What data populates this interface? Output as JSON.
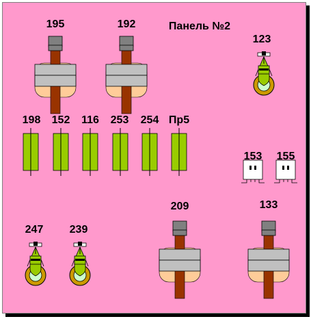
{
  "panel": {
    "title": "Панель №2",
    "background": "#ff99cc"
  },
  "colors": {
    "housing": "#ffcc99",
    "shaft": "#993300",
    "cap": "#808080",
    "band": "#c0c0c0",
    "fuse_body": "#99cc00",
    "ring": "#cc9900",
    "ring_inner": "#ccffcc",
    "outline": "#000000"
  },
  "switches": [
    {
      "label": "195",
      "icon": "rotary-switch-icon"
    },
    {
      "label": "192",
      "icon": "rotary-switch-icon"
    },
    {
      "label": "209",
      "icon": "rotary-switch-icon"
    },
    {
      "label": "133",
      "icon": "rotary-switch-icon"
    }
  ],
  "toggles": [
    {
      "label": "123",
      "icon": "toggle-lever-icon"
    },
    {
      "label": "247",
      "icon": "toggle-lever-icon"
    },
    {
      "label": "239",
      "icon": "toggle-lever-icon"
    }
  ],
  "fuses": [
    {
      "label": "198",
      "icon": "fuse-icon"
    },
    {
      "label": "152",
      "icon": "fuse-icon"
    },
    {
      "label": "116",
      "icon": "fuse-icon"
    },
    {
      "label": "253",
      "icon": "fuse-icon"
    },
    {
      "label": "254",
      "icon": "fuse-icon"
    },
    {
      "label": "Пр5",
      "icon": "fuse-icon"
    }
  ],
  "sockets": [
    {
      "label": "153",
      "icon": "socket-icon"
    },
    {
      "label": "155",
      "icon": "socket-icon"
    }
  ]
}
